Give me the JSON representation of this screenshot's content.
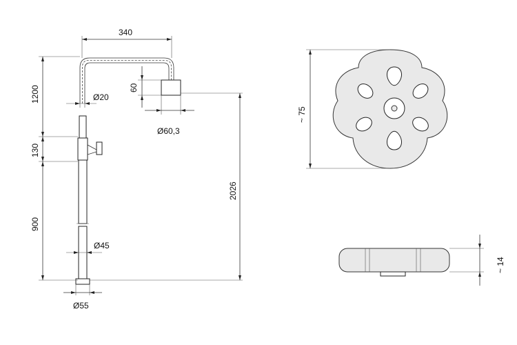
{
  "dimensions": {
    "arm_width": "340",
    "upper_height": "1200",
    "arm_diameter": "Ø20",
    "head_height": "60",
    "head_diameter": "Ø60,3",
    "mixer_height": "130",
    "lower_height": "900",
    "total_height": "2026",
    "pipe_diameter": "Ø45",
    "base_diameter": "Ø55",
    "head_face_size": "~ 75",
    "head_thickness": "~ 14"
  },
  "colors": {
    "line": "#333333",
    "fill": "#e9e9e9",
    "background": "#ffffff"
  }
}
